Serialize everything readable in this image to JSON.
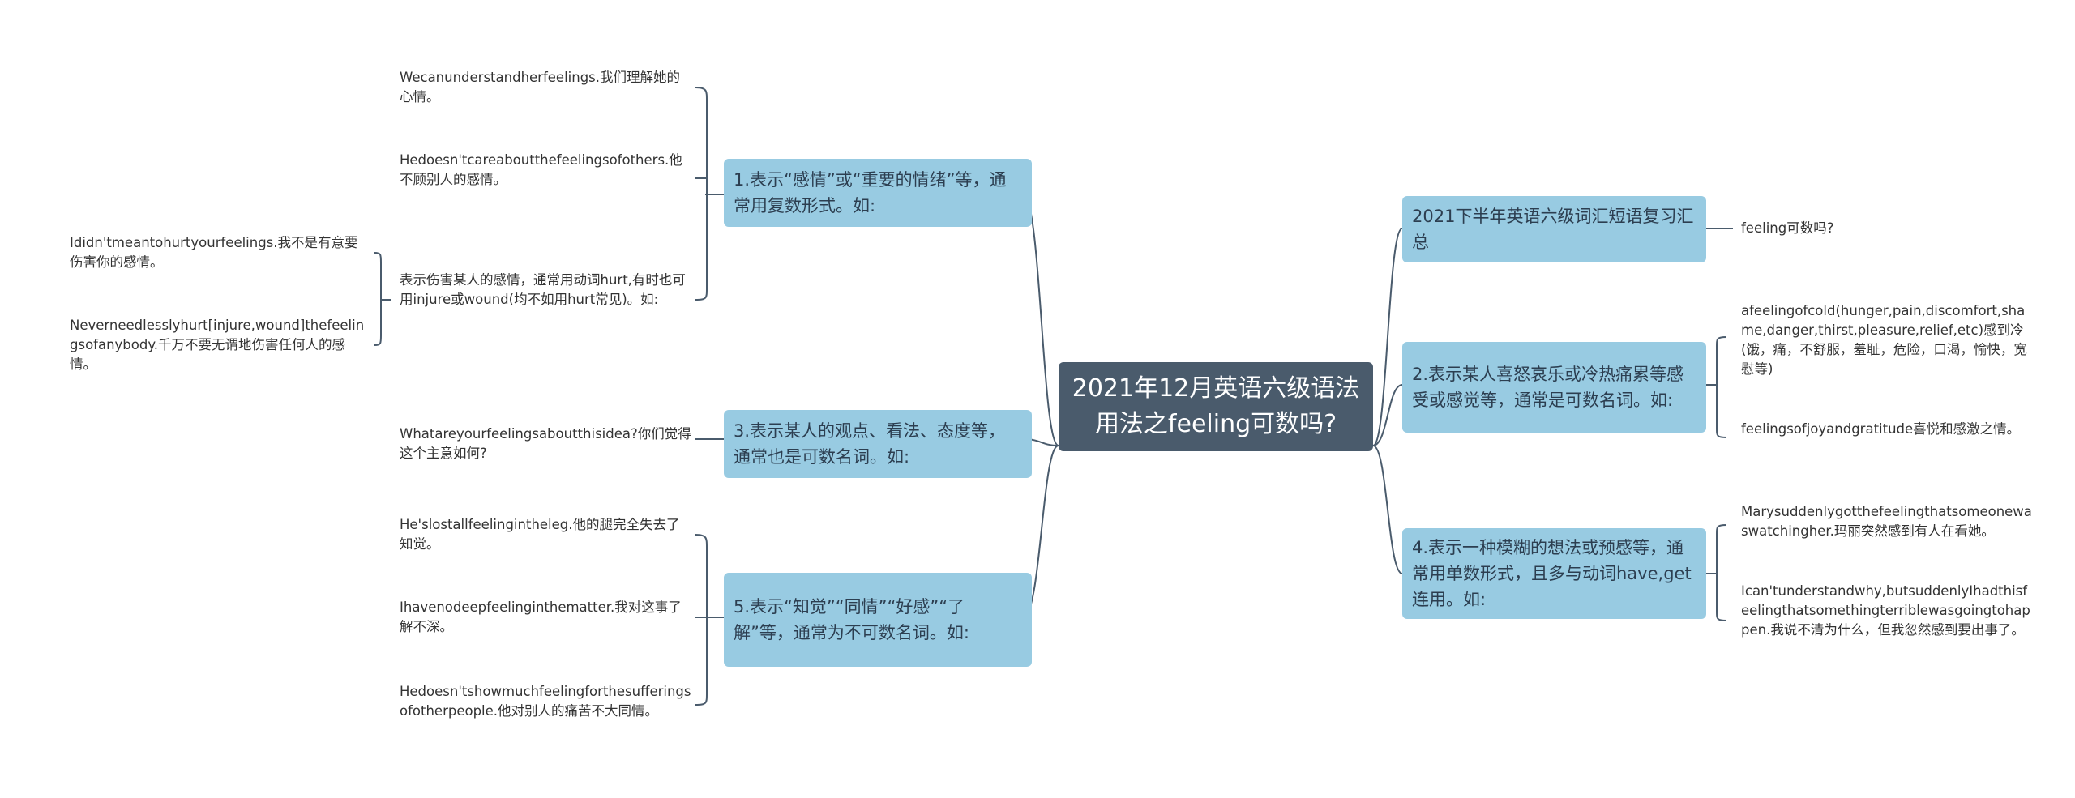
{
  "central": "2021年12月英语六级语法用法之feeling可数吗?",
  "left_branches": [
    {
      "label": "1.表示“感情”或“重要的情绪”等，通常用复数形式。如:",
      "leaves": [
        "Wecanunderstandherfeelings.我们理解她的心情。",
        "Hedoesn'tcareaboutthefeelingsofothers.他不顾别人的感情。",
        "表示伤害某人的感情，通常用动词hurt,有时也可用injure或wound(均不如用hurt常见)。如:"
      ],
      "subleaves": [
        "Ididn'tmeantohurtyourfeelings.我不是有意要伤害你的感情。",
        "Neverneedlesslyhurt[injure,wound]thefeelingsofanybody.千万不要无谓地伤害任何人的感情。"
      ]
    },
    {
      "label": "3.表示某人的观点、看法、态度等，通常也是可数名词。如:",
      "leaves": [
        "Whatareyourfeelingsaboutthisidea?你们觉得这个主意如何?"
      ]
    },
    {
      "label": "5.表示“知觉”“同情”“好感”“了解”等，通常为不可数名词。如:",
      "leaves": [
        "He'slostallfeelingintheleg.他的腿完全失去了知觉。",
        "Ihavenodeepfeelinginthematter.我对这事了解不深。",
        "Hedoesn'tshowmuchfeelingforthesufferingsofotherpeople.他对别人的痛苦不大同情。"
      ]
    }
  ],
  "right_branches": [
    {
      "label": "2021下半年英语六级词汇短语复习汇总",
      "leaves": [
        "feeling可数吗?"
      ]
    },
    {
      "label": "2.表示某人喜怒哀乐或冷热痛累等感受或感觉等，通常是可数名词。如:",
      "leaves": [
        "afeelingofcold(hunger,pain,discomfort,shame,danger,thirst,pleasure,relief,etc)感到冷(饿，痛，不舒服，羞耻，危险，口渴，愉快，宽慰等)",
        "feelingsofjoyandgratitude喜悦和感激之情。"
      ]
    },
    {
      "label": "4.表示一种模糊的想法或预感等，通常用单数形式，且多与动词have,get连用。如:",
      "leaves": [
        "Marysuddenlygotthefeelingthatsomeonewaswatchingher.玛丽突然感到有人在看她。",
        "Ican'tunderstandwhy,butsuddenlyIhadthisfeelingthatsomethingterriblewasgoingtohappen.我说不清为什么，但我忽然感到要出事了。"
      ]
    }
  ],
  "colors": {
    "central_bg": "#4a5b6c",
    "branch_bg": "#98cbe2",
    "connector": "#4a5b6c",
    "text": "#333333"
  }
}
